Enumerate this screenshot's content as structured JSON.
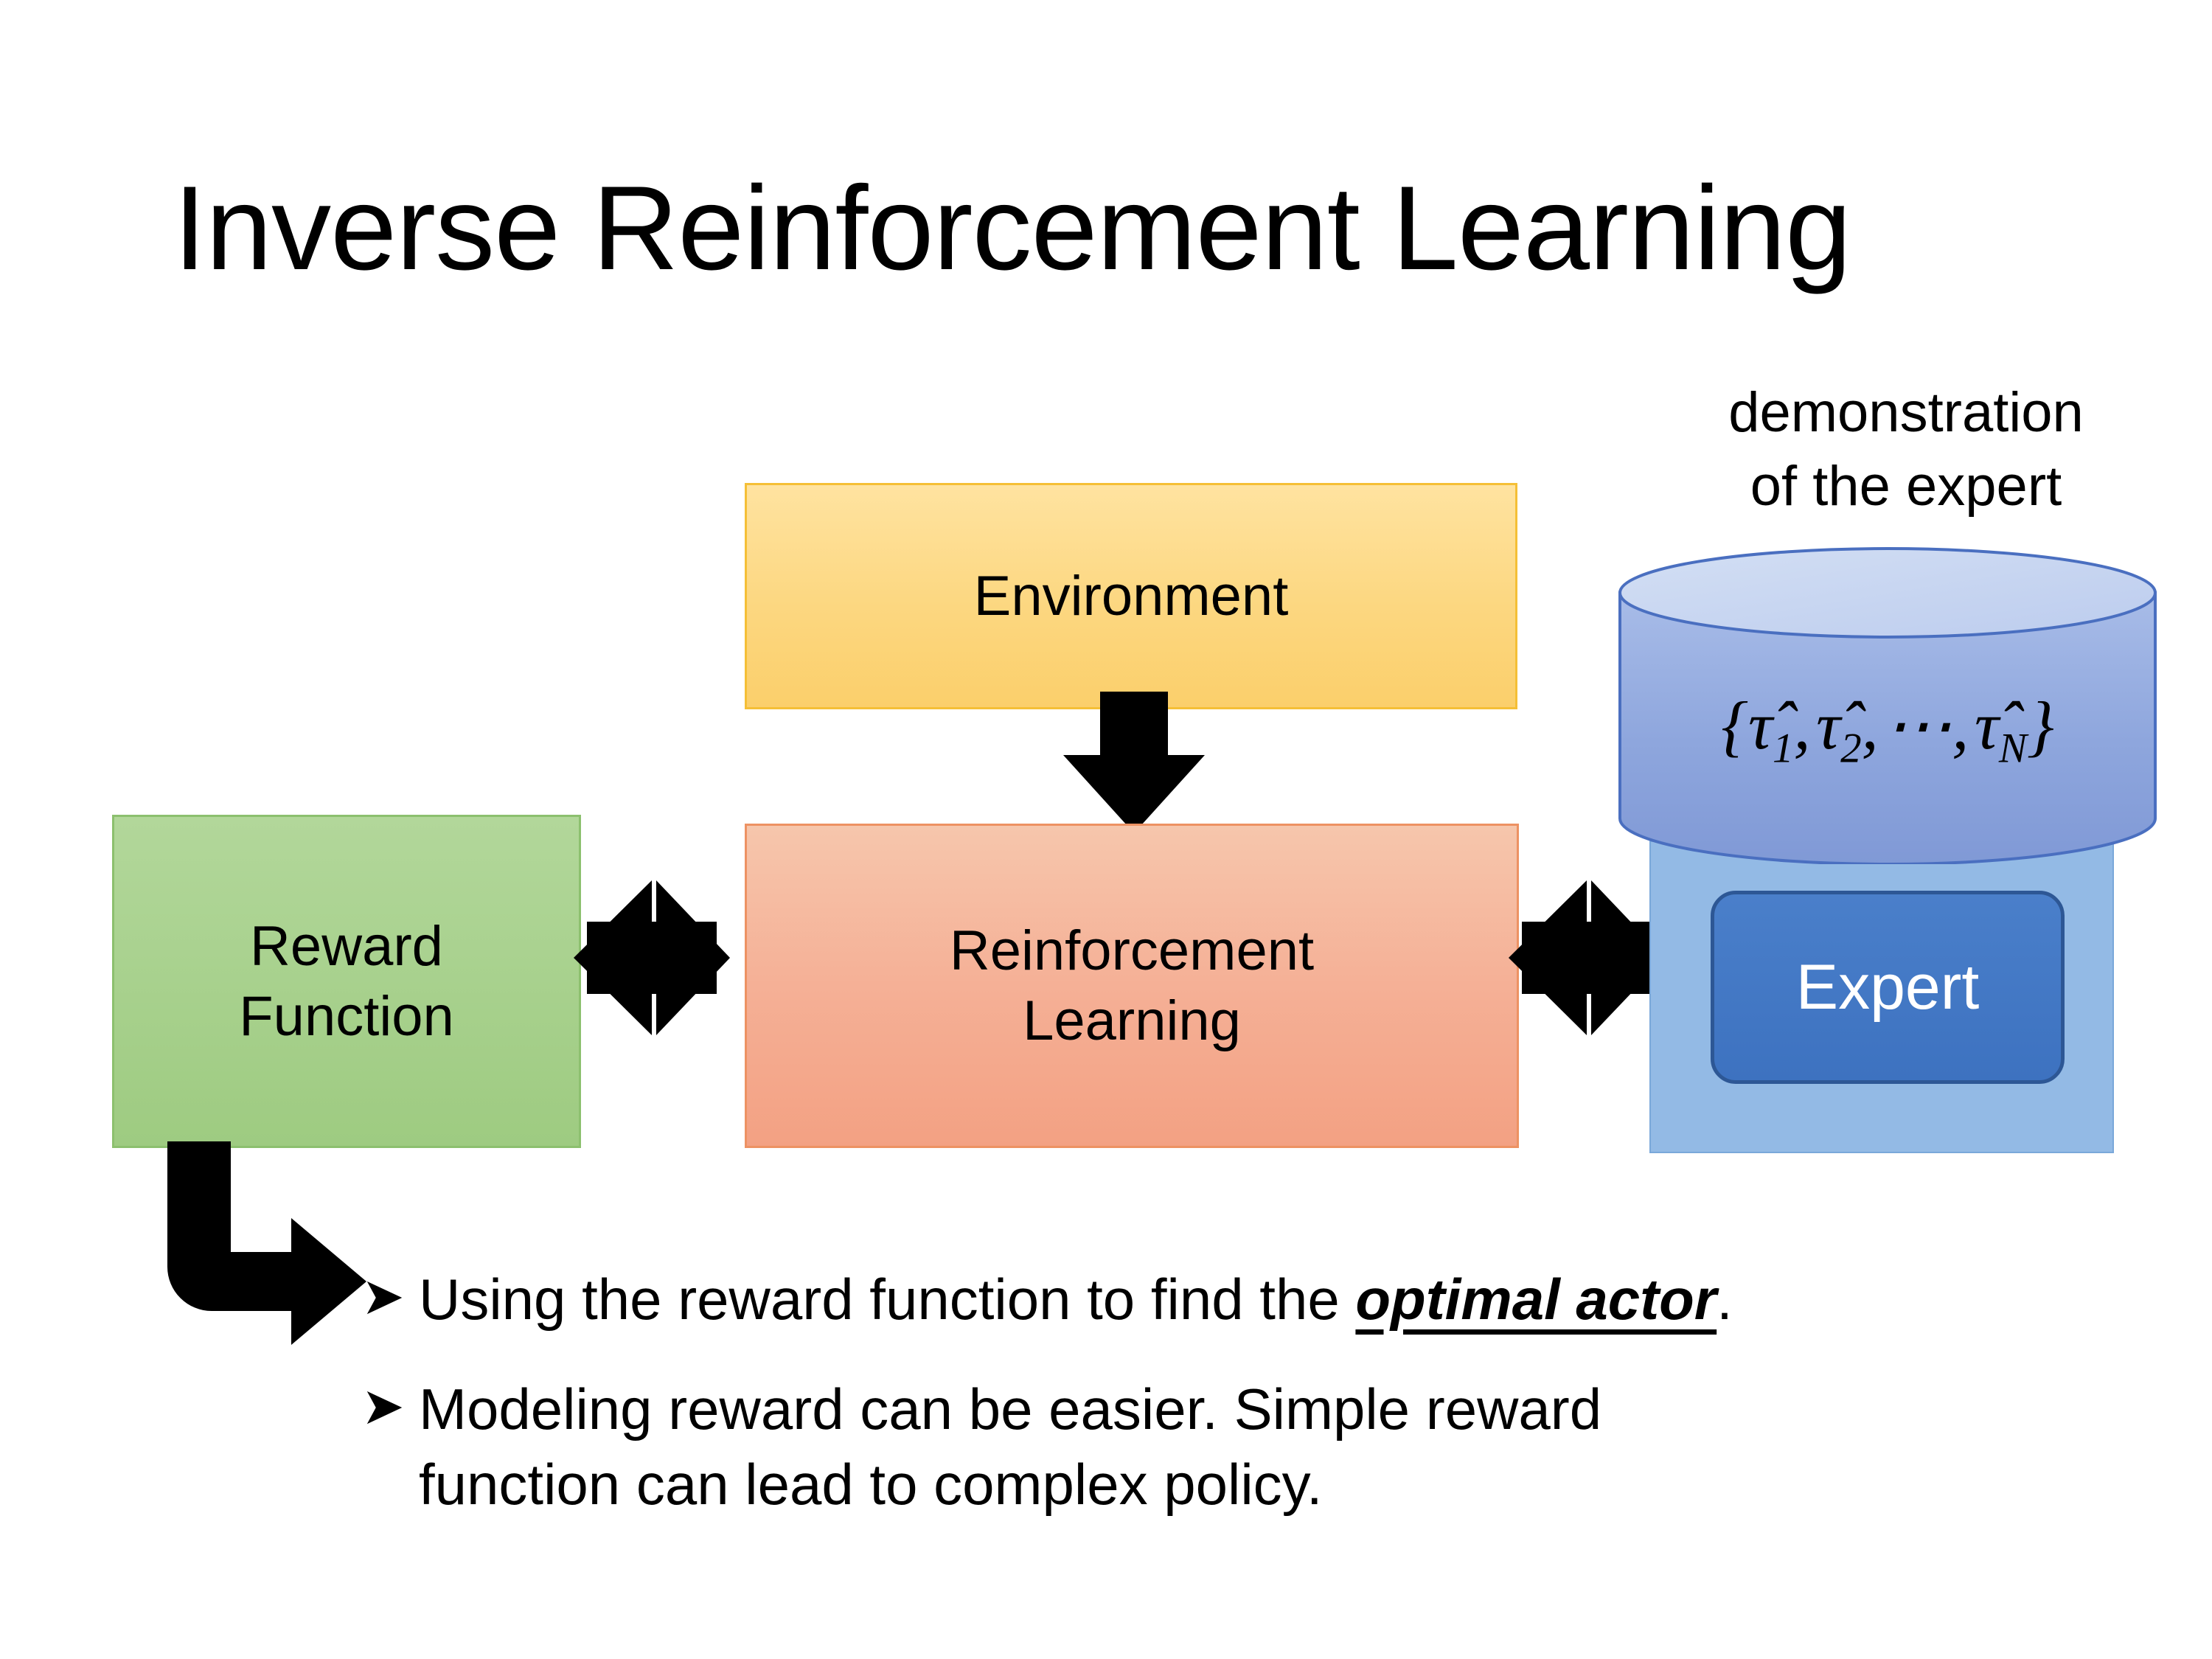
{
  "slide": {
    "title": "Inverse Reinforcement Learning",
    "background": "#ffffff"
  },
  "diagram": {
    "environment": {
      "label": "Environment",
      "fill": "#fbd37a",
      "border": "#f5bf36"
    },
    "reinforcement_learning": {
      "label": "Reinforcement\nLearning",
      "fill": "#f4ae93",
      "border": "#ed9263"
    },
    "reward_function": {
      "label": "Reward\nFunction",
      "fill": "#a8d28d",
      "border": "#8cc06e"
    },
    "expert": {
      "label": "Expert",
      "fill": "#3d72c0",
      "border": "#2d5795",
      "text_color": "#ffffff"
    },
    "expert_panel": {
      "fill": "#93bae5",
      "border": "#7aa8da"
    },
    "demonstration_caption": "demonstration\nof the expert",
    "demonstration_cylinder": {
      "formula_plain": "{τ̂₁, τ̂₂, ⋯, τ̂N}",
      "open_brace": "{",
      "tau_symbol": "τ̂",
      "subscripts": [
        "1",
        "2",
        "N"
      ],
      "ellipsis": "⋯",
      "comma": ",",
      "close_brace": "}",
      "fill_top": "#c7d5ef",
      "fill_body": "#8fa7dd",
      "border": "#4a6fc0"
    },
    "connectors": [
      {
        "name": "environment-to-rl",
        "type": "arrow-down",
        "color": "#000000"
      },
      {
        "name": "reward-to-rl",
        "type": "arrow-double-horizontal",
        "color": "#000000"
      },
      {
        "name": "rl-to-expert",
        "type": "arrow-double-horizontal",
        "color": "#000000"
      },
      {
        "name": "reward-to-notes",
        "type": "arrow-elbow-down-right",
        "color": "#000000"
      }
    ]
  },
  "notes": {
    "bullet_marker": "➤",
    "items": [
      {
        "pre": "Using the reward function to find the ",
        "emphasis": "optimal actor",
        "post": "."
      },
      {
        "pre": "Modeling reward can be easier. Simple reward function can lead to complex policy.",
        "emphasis": "",
        "post": ""
      }
    ]
  }
}
